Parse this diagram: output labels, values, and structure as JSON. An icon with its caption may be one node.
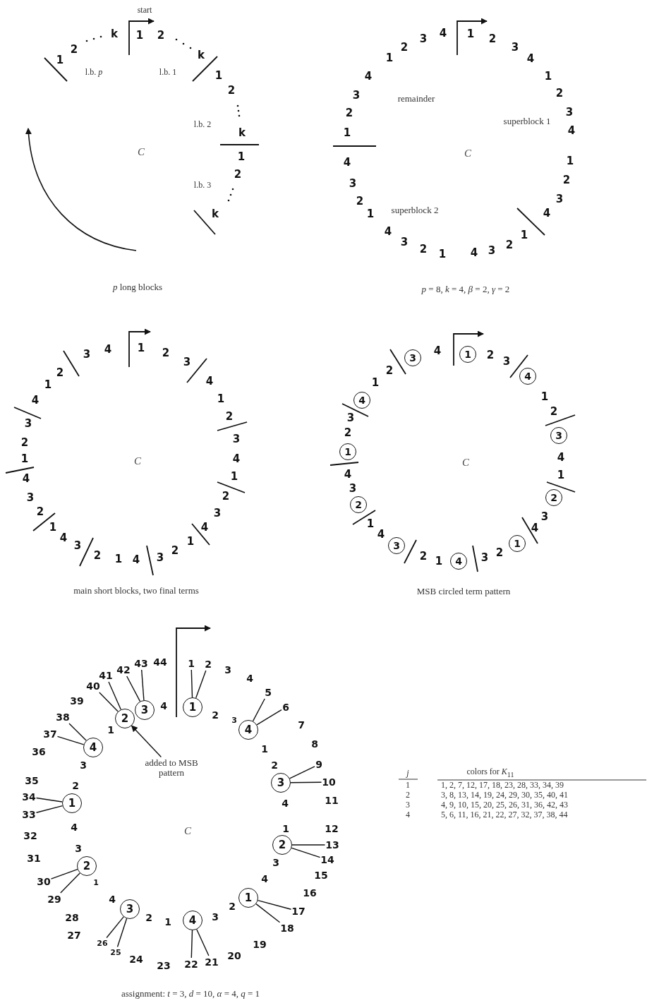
{
  "diagram": {
    "nodes": [
      {
        "text": [
          "1"
        ]
      },
      {
        "text": [
          "4"
        ]
      },
      {
        "text": [
          "3"
        ]
      },
      {
        "text": [
          "2"
        ]
      },
      {
        "text": [
          "1"
        ]
      },
      {
        "text": [
          "4"
        ]
      },
      {
        "text": [
          "3"
        ]
      },
      {
        "text": [
          "2"
        ]
      },
      {
        "text": [
          "1"
        ]
      },
      {
        "text": [
          "4"
        ]
      },
      {
        "text": [
          "3"
        ]
      },
      {
        "text": [
          "1"
        ]
      },
      {
        "text": [
          "4"
        ]
      },
      {
        "text": [
          "3"
        ]
      },
      {
        "text": [
          "2"
        ]
      },
      {
        "text": [
          "1"
        ]
      },
      {
        "text": [
          "4"
        ]
      },
      {
        "text": [
          "3"
        ]
      },
      {
        "text": [
          "2"
        ]
      },
      {
        "text": [
          "1"
        ]
      },
      {
        "text": [
          "4"
        ]
      },
      {
        "text": [
          "2"
        ]
      },
      {
        "text": [
          "3"
        ]
      },
      {
        "text": [
          "1"
        ]
      },
      {
        "text": [
          "2"
        ]
      },
      {
        "text": [
          "5"
        ]
      },
      {
        "text": [
          "6"
        ]
      },
      {
        "text": [
          "9"
        ]
      },
      {
        "text": [
          "10"
        ]
      },
      {
        "text": [
          "13"
        ]
      },
      {
        "text": [
          "14"
        ]
      },
      {
        "text": [
          "17"
        ]
      },
      {
        "text": [
          "18"
        ]
      },
      {
        "text": [
          "21"
        ]
      },
      {
        "text": [
          "22"
        ]
      },
      {
        "text": [
          "25"
        ]
      },
      {
        "text": [
          "26"
        ]
      },
      {
        "text": [
          "29"
        ]
      },
      {
        "text": [
          "30"
        ]
      },
      {
        "text": [
          "33"
        ]
      },
      {
        "text": [
          "34"
        ]
      },
      {
        "text": [
          "37"
        ]
      },
      {
        "text": [
          "38"
        ]
      },
      {
        "text": [
          "40"
        ]
      },
      {
        "text": [
          "41"
        ]
      },
      {
        "text": [
          "42"
        ]
      },
      {
        "text": [
          "43"
        ]
      },
      {
        "text": [
          "added to MSB pattern"
        ]
      }
    ],
    "edges": [
      {
        "from": 11,
        "to": 23,
        "arrow": "none"
      },
      {
        "from": 11,
        "to": 24,
        "arrow": "none"
      },
      {
        "from": 12,
        "to": 25,
        "arrow": "none"
      },
      {
        "from": 12,
        "to": 26,
        "arrow": "none"
      },
      {
        "from": 13,
        "to": 27,
        "arrow": "none"
      },
      {
        "from": 13,
        "to": 28,
        "arrow": "none"
      },
      {
        "from": 14,
        "to": 29,
        "arrow": "none"
      },
      {
        "from": 14,
        "to": 30,
        "arrow": "none"
      },
      {
        "from": 15,
        "to": 31,
        "arrow": "none"
      },
      {
        "from": 15,
        "to": 32,
        "arrow": "none"
      },
      {
        "from": 16,
        "to": 33,
        "arrow": "none"
      },
      {
        "from": 16,
        "to": 34,
        "arrow": "none"
      },
      {
        "from": 17,
        "to": 35,
        "arrow": "none"
      },
      {
        "from": 17,
        "to": 36,
        "arrow": "none"
      },
      {
        "from": 18,
        "to": 37,
        "arrow": "none"
      },
      {
        "from": 18,
        "to": 38,
        "arrow": "none"
      },
      {
        "from": 19,
        "to": 39,
        "arrow": "none"
      },
      {
        "from": 19,
        "to": 40,
        "arrow": "none"
      },
      {
        "from": 20,
        "to": 41,
        "arrow": "none"
      },
      {
        "from": 20,
        "to": 42,
        "arrow": "none"
      },
      {
        "from": 21,
        "to": 43,
        "arrow": "none"
      },
      {
        "from": 21,
        "to": 44,
        "arrow": "none"
      },
      {
        "from": 22,
        "to": 45,
        "arrow": "none"
      },
      {
        "from": 22,
        "to": 46,
        "arrow": "none"
      },
      {
        "from": 47,
        "to": 21,
        "arrow": "to"
      }
    ],
    "labels": [
      "start",
      "1",
      "2",
      "k",
      "1",
      "2",
      "k",
      "1",
      "2",
      "k",
      "1",
      "2",
      "k",
      "l.b. *p*",
      "l.b. 1",
      "l.b. 2",
      "l.b. 3",
      "C",
      "*p* long blocks",
      "1",
      "2",
      "3",
      "4",
      "1",
      "2",
      "3",
      "4",
      "1",
      "2",
      "3",
      "4",
      "1",
      "2",
      "3",
      "4",
      "1",
      "2",
      "3",
      "4",
      "1",
      "2",
      "3",
      "4",
      "1",
      "2",
      "3",
      "4",
      "1",
      "2",
      "3",
      "4",
      "remainder",
      "superblock 1",
      "superblock 2",
      "C",
      "*p* = 8, *k* = 4, *β* = 2, *γ* = 2",
      "1",
      "2",
      "3",
      "4",
      "1",
      "2",
      "3",
      "4",
      "1",
      "2",
      "3",
      "4",
      "1",
      "2",
      "3",
      "4",
      "1",
      "2",
      "3",
      "4",
      "1",
      "2",
      "3",
      "4",
      "1",
      "2",
      "3",
      "4",
      "1",
      "2",
      "3",
      "4",
      "C",
      "main short blocks, two final terms",
      "2",
      "3",
      "1",
      "2",
      "4",
      "1",
      "3",
      "4",
      "2",
      "3",
      "1",
      "2",
      "4",
      "1",
      "3",
      "4",
      "2",
      "3",
      "1",
      "2",
      "4",
      "C",
      "MSB circled term pattern",
      "2",
      "3",
      "1",
      "2",
      "4",
      "1",
      "3",
      "4",
      "2",
      "3",
      "1",
      "2",
      "4",
      "1",
      "3",
      "4",
      "2",
      "3",
      "1",
      "4",
      "3",
      "4",
      "7",
      "8",
      "11",
      "12",
      "15",
      "16",
      "19",
      "20",
      "23",
      "24",
      "27",
      "28",
      "31",
      "32",
      "35",
      "36",
      "39",
      "44",
      "C",
      "assignment: *t* = 3, *d* = 10, *α* = 4, *q* = 1",
      "j",
      "colors for *K*$_{11}$",
      "1",
      "1, 2, 7, 12, 17, 18, 23, 28, 33, 34, 39",
      "2",
      "3, 8, 13, 14, 19, 24, 29, 30, 35, 40, 41",
      "3",
      "4, 9, 10, 15, 20, 25, 26, 31, 36, 42, 43",
      "4",
      "5, 6, 11, 16, 21, 22, 27, 32, 37, 38, 44"
    ]
  }
}
